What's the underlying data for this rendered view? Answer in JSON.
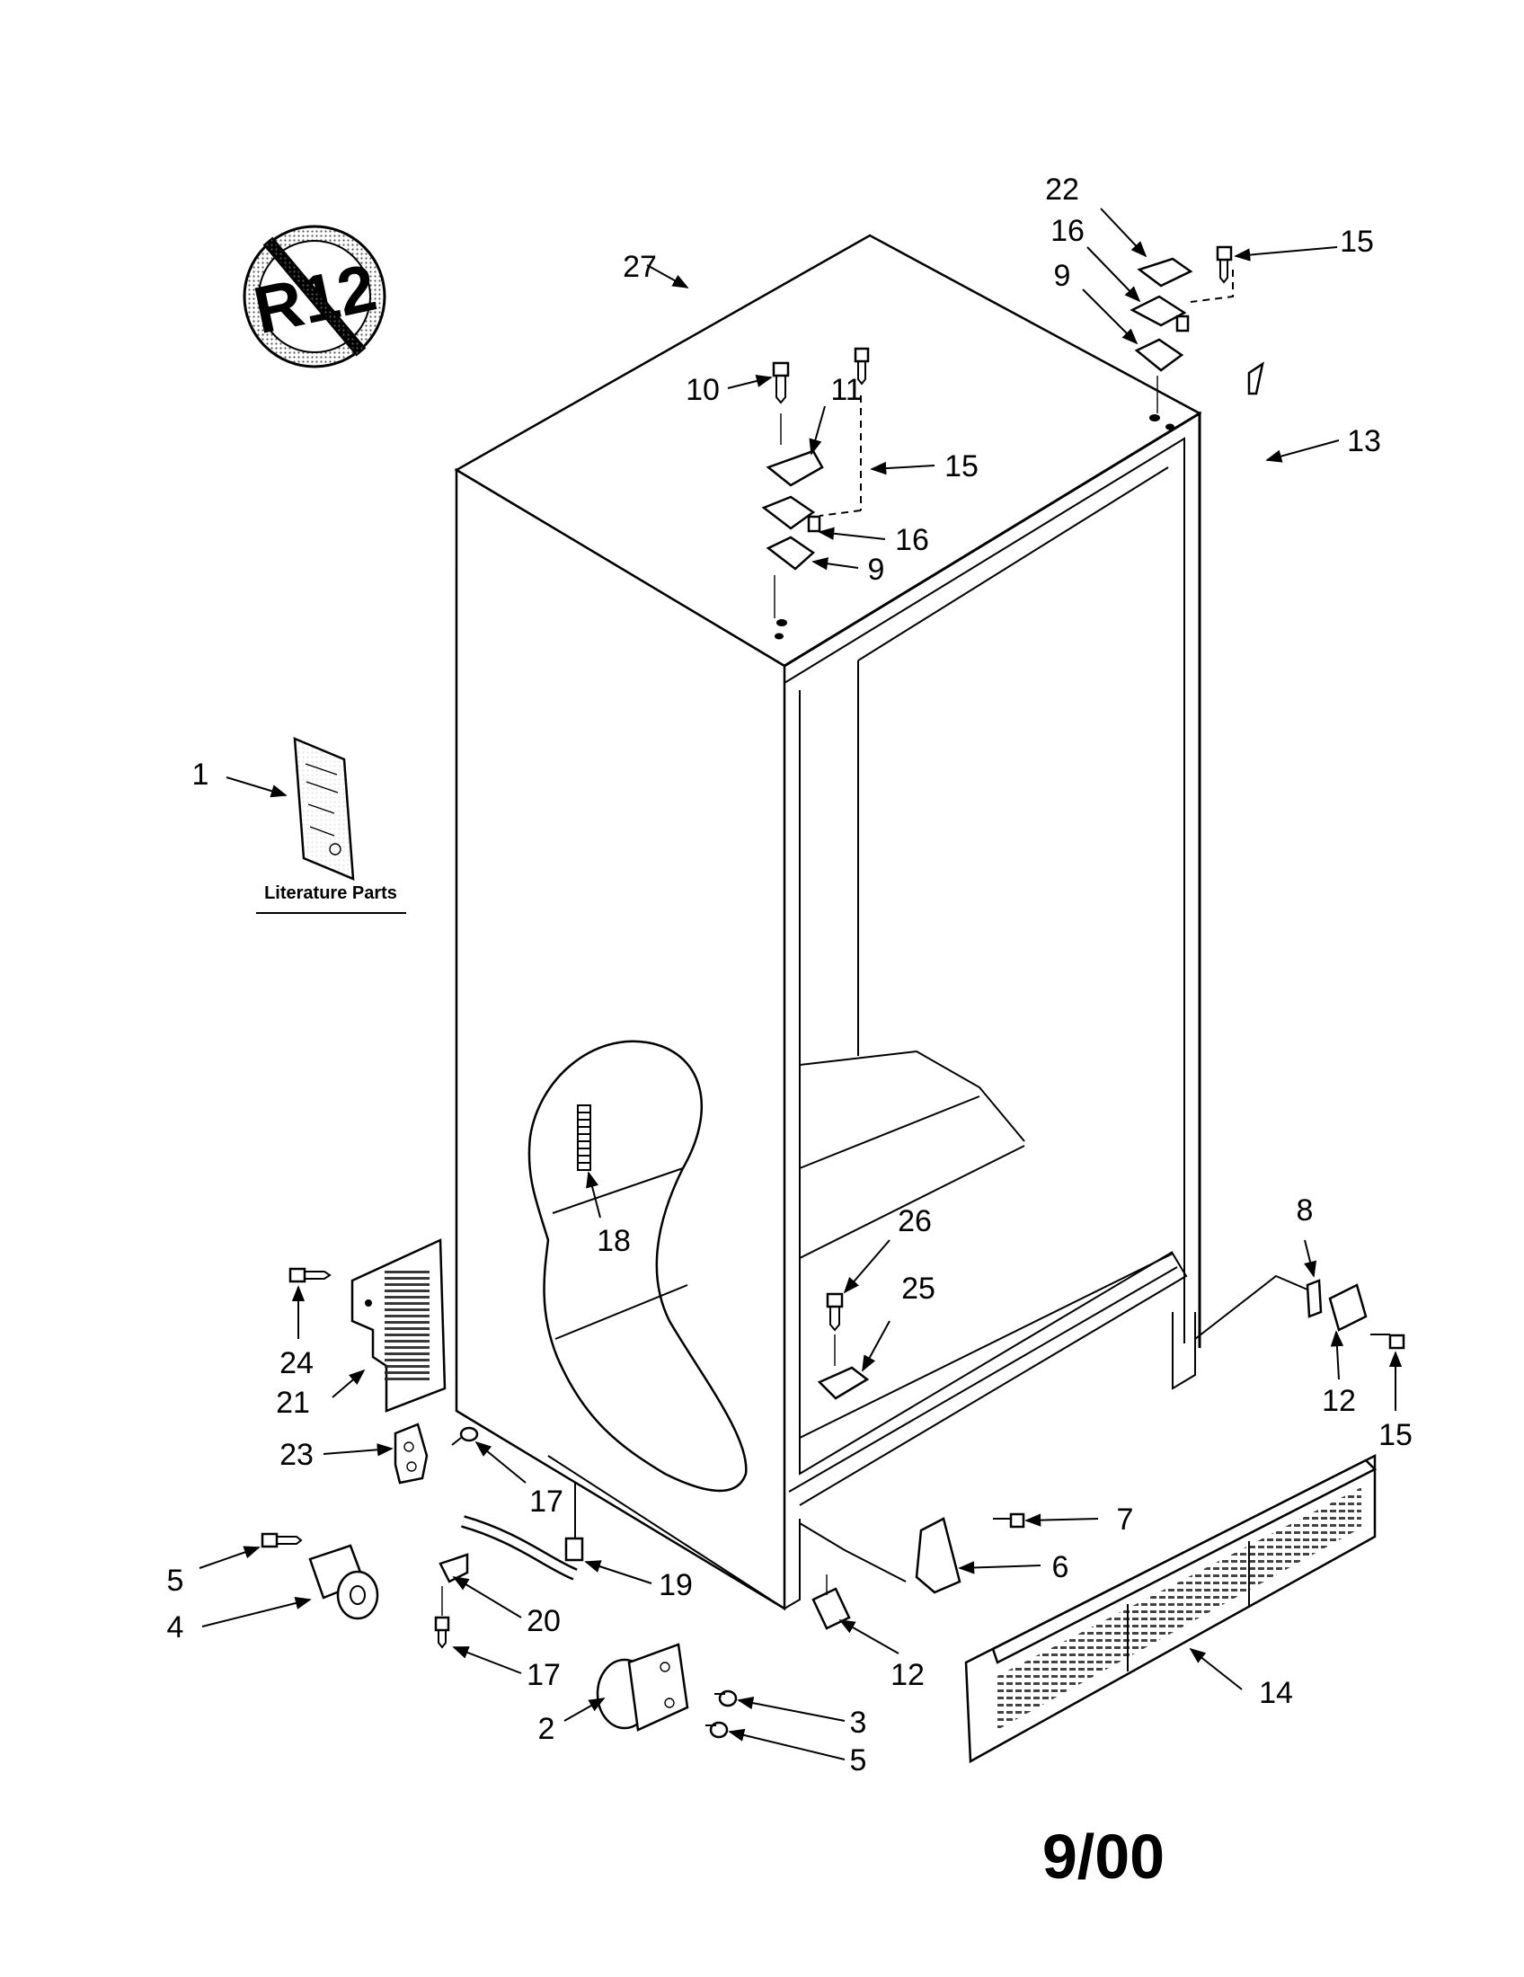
{
  "symbol": {
    "text": "R12"
  },
  "literature": {
    "label": "Literature Parts"
  },
  "revision": "9/00",
  "callouts": [
    {
      "id": "c27",
      "text": "27"
    },
    {
      "id": "c22",
      "text": "22"
    },
    {
      "id": "c16a",
      "text": "16"
    },
    {
      "id": "c9a",
      "text": "9"
    },
    {
      "id": "c15a",
      "text": "15"
    },
    {
      "id": "c10",
      "text": "10"
    },
    {
      "id": "c11",
      "text": "11"
    },
    {
      "id": "c15b",
      "text": "15"
    },
    {
      "id": "c16b",
      "text": "16"
    },
    {
      "id": "c9b",
      "text": "9"
    },
    {
      "id": "c13",
      "text": "13"
    },
    {
      "id": "c1",
      "text": "1"
    },
    {
      "id": "c18",
      "text": "18"
    },
    {
      "id": "c26",
      "text": "26"
    },
    {
      "id": "c25",
      "text": "25"
    },
    {
      "id": "c8",
      "text": "8"
    },
    {
      "id": "c12a",
      "text": "12"
    },
    {
      "id": "c15c",
      "text": "15"
    },
    {
      "id": "c24",
      "text": "24"
    },
    {
      "id": "c21",
      "text": "21"
    },
    {
      "id": "c23",
      "text": "23"
    },
    {
      "id": "c17a",
      "text": "17"
    },
    {
      "id": "c7",
      "text": "7"
    },
    {
      "id": "c6",
      "text": "6"
    },
    {
      "id": "c5a",
      "text": "5"
    },
    {
      "id": "c19",
      "text": "19"
    },
    {
      "id": "c4",
      "text": "4"
    },
    {
      "id": "c20",
      "text": "20"
    },
    {
      "id": "c17b",
      "text": "17"
    },
    {
      "id": "c12b",
      "text": "12"
    },
    {
      "id": "c14",
      "text": "14"
    },
    {
      "id": "c3",
      "text": "3"
    },
    {
      "id": "c2",
      "text": "2"
    },
    {
      "id": "c5b",
      "text": "5"
    }
  ]
}
